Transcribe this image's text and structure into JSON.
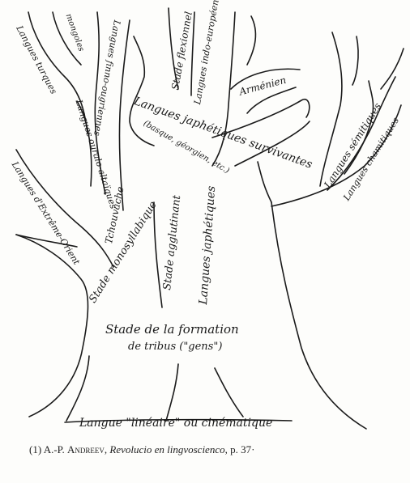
{
  "labels": {
    "langues_turques": "Langues turques",
    "mongoles": "mongoles",
    "langues_finno_ougriennes": "Langues finno-ougriennes",
    "langues_ouralo_altaiques": "Langues ouralo-altaïques",
    "tchouvache": "Tchouvache",
    "langues_extreme_orient": "Langues d'Extrême-Orient",
    "stade_monosyllabique": "Stade monosyllabique",
    "stade_flexionnel": "Stade flexionnel",
    "langues_indo_europeennes": "Langues indo-européennes",
    "armenien": "Arménien",
    "langues_japhetiques_survivantes": "Langues japhétiques survivantes",
    "basque_georgien": "(basque, géorgien, etc.)",
    "stade_agglutinant": "Stade agglutinant",
    "langues_japhetiques": "Langues japhétiques",
    "langues_semitiques": "Langues sémitiques",
    "langues_chamitiques": "Langues chamitiques",
    "stade_formation_tribus": "Stade de la formation",
    "de_tribus_gens": "de tribus (\"gens\")",
    "langue_lineaire": "Langue \"linéaire\" ou cinématique"
  },
  "caption": {
    "number": "(1)",
    "author_initials": "A.-P.",
    "author_surname": "Andreev",
    "title": "Revolucio en lingvoscienco",
    "page": "p. 37·"
  },
  "colors": {
    "ink": "#1a1a1a",
    "paper": "#fdfdfb"
  }
}
